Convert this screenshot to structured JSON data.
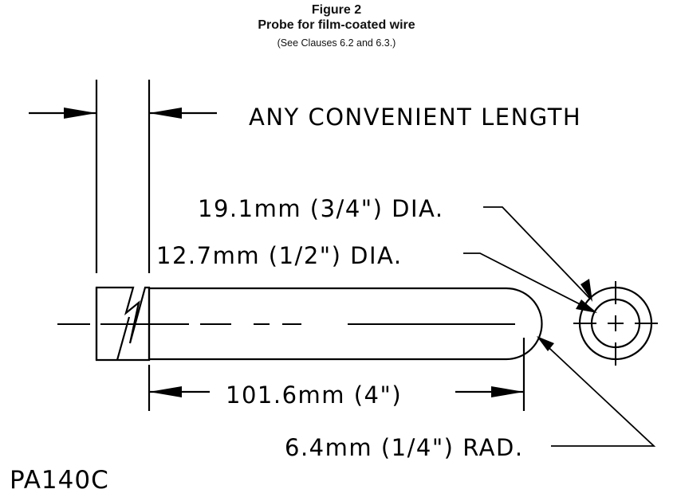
{
  "header": {
    "figure_number": "Figure 2",
    "figure_title": "Probe for film-coated wire",
    "clause_note": "(See Clauses 6.2 and 6.3.)"
  },
  "dimensions": {
    "handle_length": "ANY CONVENIENT LENGTH",
    "outer_diameter": "19.1mm (3/4\") DIA.",
    "inner_diameter": "12.7mm (1/2\") DIA.",
    "probe_length": "101.6mm (4\")",
    "tip_radius": "6.4mm (1/4\") RAD."
  },
  "drawing_code": "PA140C"
}
